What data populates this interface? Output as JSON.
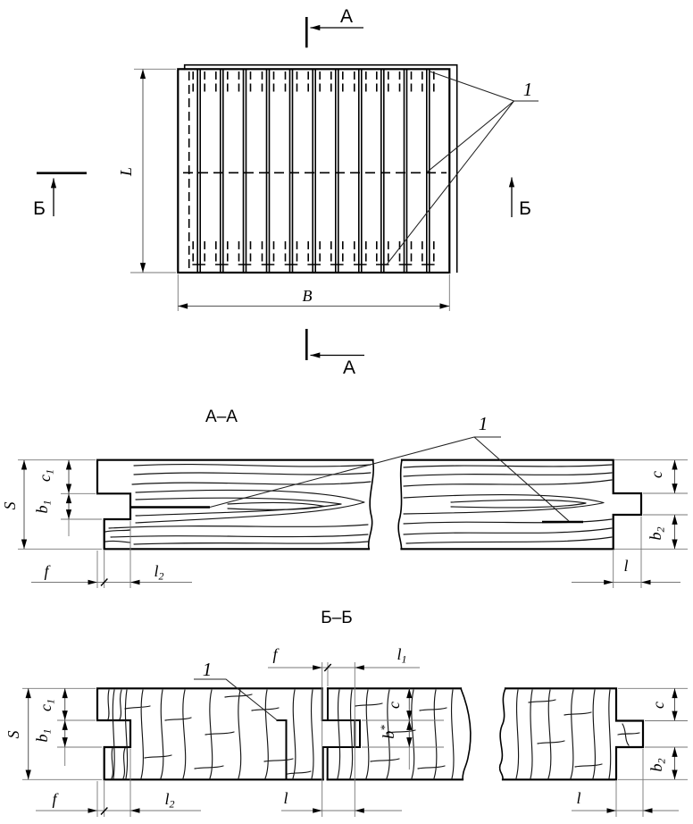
{
  "drawing": {
    "plan": {
      "callout": "1",
      "section_a_label": "А",
      "section_b_label": "Б",
      "dim_L": "L",
      "dim_B": "B"
    },
    "section_aa": {
      "title": "А–А",
      "callout": "1",
      "dim_S": "S",
      "dim_c1_base": "c",
      "dim_c1_sub": "1",
      "dim_b1_base": "b",
      "dim_b1_sub": "1",
      "dim_f": "f",
      "dim_l2_base": "l",
      "dim_l2_sub": "2",
      "dim_c": "c",
      "dim_b2_base": "b",
      "dim_b2_sub": "2",
      "dim_l": "l"
    },
    "section_bb": {
      "title": "Б–Б",
      "callout": "1",
      "dim_S": "S",
      "dim_c1_base": "c",
      "dim_c1_sub": "1",
      "dim_b1_base": "b",
      "dim_b1_sub": "1",
      "dim_f_left": "f",
      "dim_l2_base": "l",
      "dim_l2_sub": "2",
      "dim_f_top": "f",
      "dim_l1_base": "l",
      "dim_l1_sub": "1",
      "dim_c_mid": "c",
      "dim_b_star_base": "b",
      "dim_b_star_sup": "*",
      "dim_l_mid": "l",
      "dim_c_right": "c",
      "dim_b2r_base": "b",
      "dim_b2r_sub": "2",
      "dim_l_right": "l"
    }
  }
}
